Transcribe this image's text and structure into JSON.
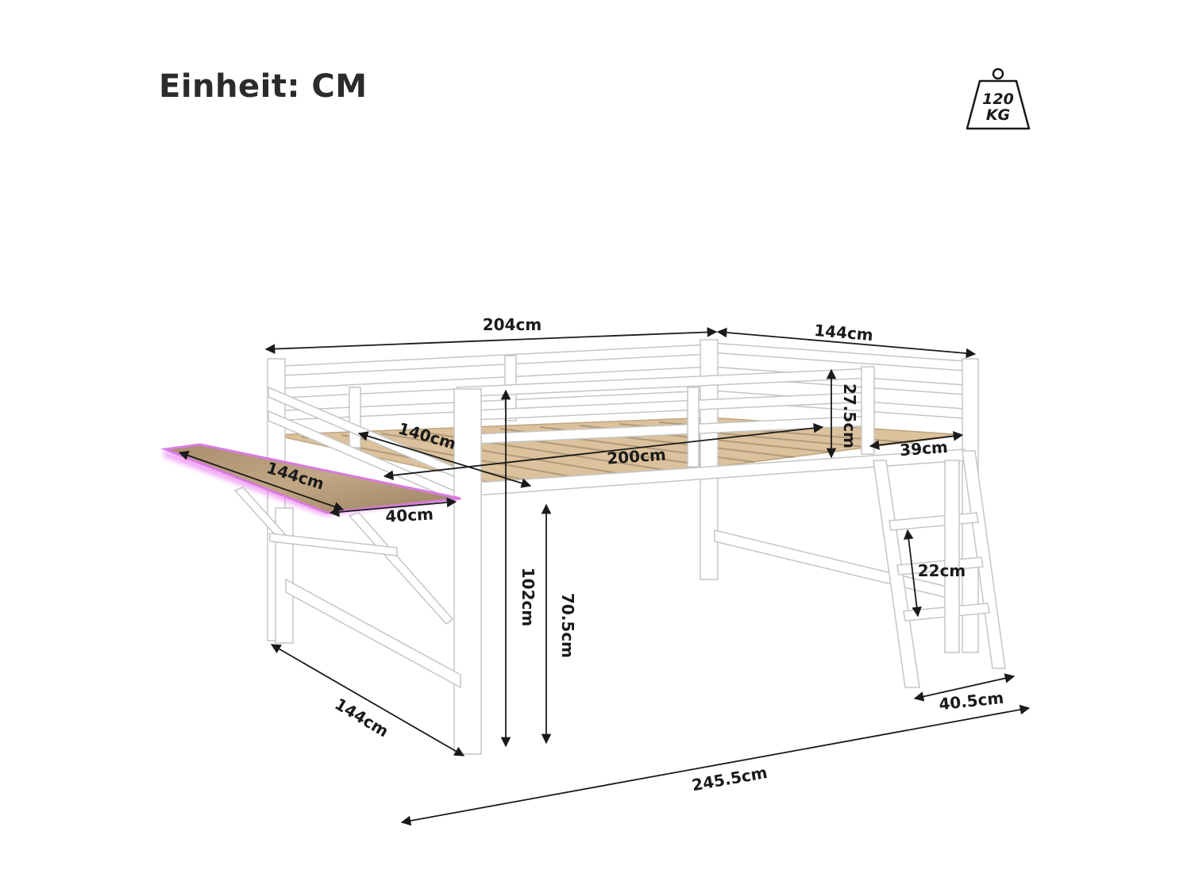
{
  "header": {
    "unit_label": "Einheit: CM"
  },
  "weight_badge": {
    "icon": "weight-icon",
    "line1": "120",
    "line2": "KG"
  },
  "dimensions": {
    "bed_length": "204cm",
    "bed_width": "144cm",
    "mattress_width": "140cm",
    "mattress_length": "200cm",
    "rail_height": "27.5cm",
    "ladder_opening": "39cm",
    "desk_length": "144cm",
    "desk_depth": "40cm",
    "total_height": "102cm",
    "clearance_height": "70.5cm",
    "step_spacing": "22cm",
    "ladder_width": "40.5cm",
    "side_depth": "144cm",
    "total_length": "245.5cm"
  },
  "colors": {
    "frame": "#ffffff",
    "frame_edge": "#c9c9c9",
    "wood": "#d9bf98",
    "desk_wood": "#b59a78",
    "led_glow": "#e86bf0",
    "dimension_line": "#1a1a1a"
  }
}
